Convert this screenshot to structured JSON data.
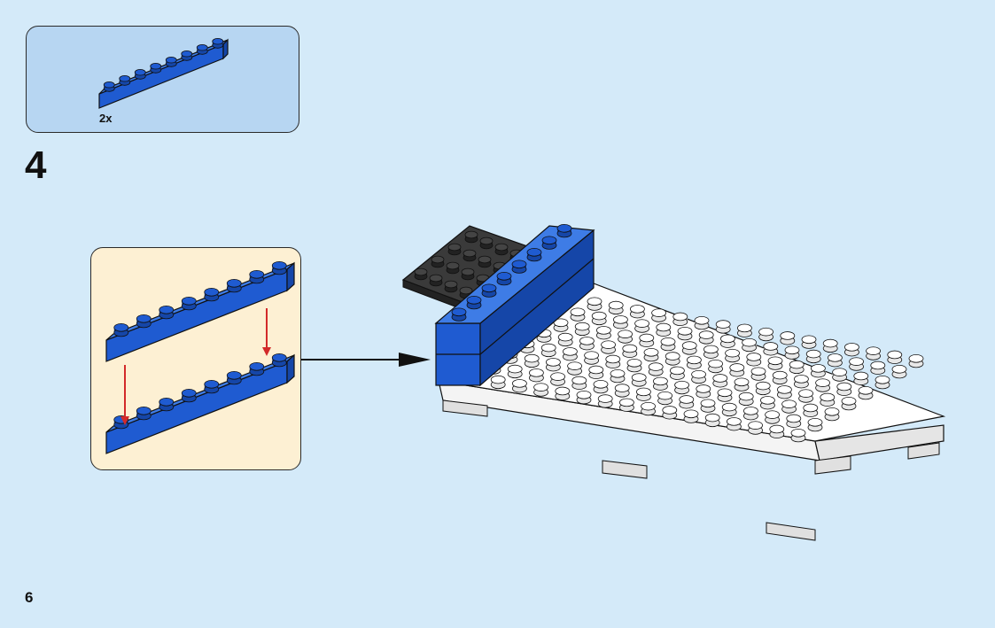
{
  "parts": {
    "quantity": "2x",
    "brick_color": "#1f5bd1"
  },
  "step": {
    "number": "4"
  },
  "page": {
    "number": "6"
  },
  "colors": {
    "background": "#d4eaf9",
    "parts_box": "#b7d6f2",
    "callout": "#fdf0d3",
    "blue": "#1f5bd1",
    "arrow_red": "#d22a2a",
    "plate_white": "#ffffff",
    "plate_black": "#333333"
  },
  "icons": [
    "brick-1x8-blue",
    "plate-white",
    "plate-black",
    "step-arrow"
  ]
}
